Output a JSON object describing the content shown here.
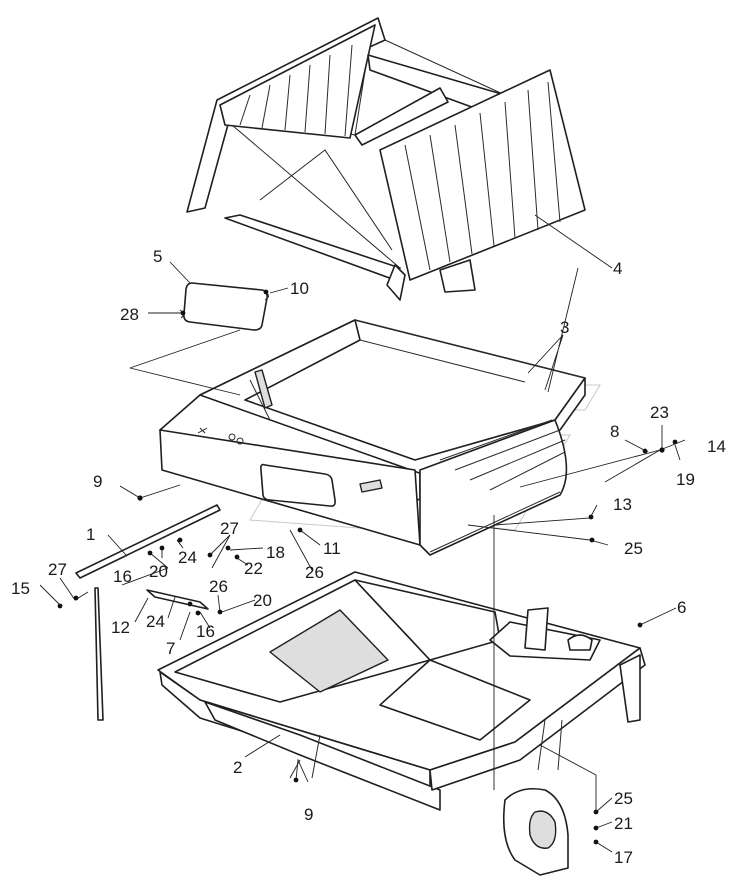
{
  "diagram": {
    "callouts": [
      {
        "id": "c1",
        "text": "4"
      },
      {
        "id": "c2",
        "text": "5"
      },
      {
        "id": "c3",
        "text": "10"
      },
      {
        "id": "c4",
        "text": "28"
      },
      {
        "id": "c5",
        "text": "3"
      },
      {
        "id": "c6",
        "text": "8"
      },
      {
        "id": "c7",
        "text": "23"
      },
      {
        "id": "c8",
        "text": "14"
      },
      {
        "id": "c9",
        "text": "19"
      },
      {
        "id": "c10",
        "text": "9"
      },
      {
        "id": "c11",
        "text": "13"
      },
      {
        "id": "c12",
        "text": "25"
      },
      {
        "id": "c13",
        "text": "1"
      },
      {
        "id": "c14",
        "text": "27"
      },
      {
        "id": "c15",
        "text": "24"
      },
      {
        "id": "c16",
        "text": "20"
      },
      {
        "id": "c17",
        "text": "16"
      },
      {
        "id": "c18",
        "text": "22"
      },
      {
        "id": "c19",
        "text": "18"
      },
      {
        "id": "c20",
        "text": "11"
      },
      {
        "id": "c21",
        "text": "26"
      },
      {
        "id": "c22",
        "text": "27"
      },
      {
        "id": "c23",
        "text": "15"
      },
      {
        "id": "c24",
        "text": "26"
      },
      {
        "id": "c25",
        "text": "20"
      },
      {
        "id": "c26",
        "text": "12"
      },
      {
        "id": "c27",
        "text": "24"
      },
      {
        "id": "c28",
        "text": "16"
      },
      {
        "id": "c29",
        "text": "7"
      },
      {
        "id": "c30",
        "text": "6"
      },
      {
        "id": "c31",
        "text": "2"
      },
      {
        "id": "c32",
        "text": "9"
      },
      {
        "id": "c33",
        "text": "25"
      },
      {
        "id": "c34",
        "text": "21"
      },
      {
        "id": "c35",
        "text": "17"
      }
    ]
  }
}
